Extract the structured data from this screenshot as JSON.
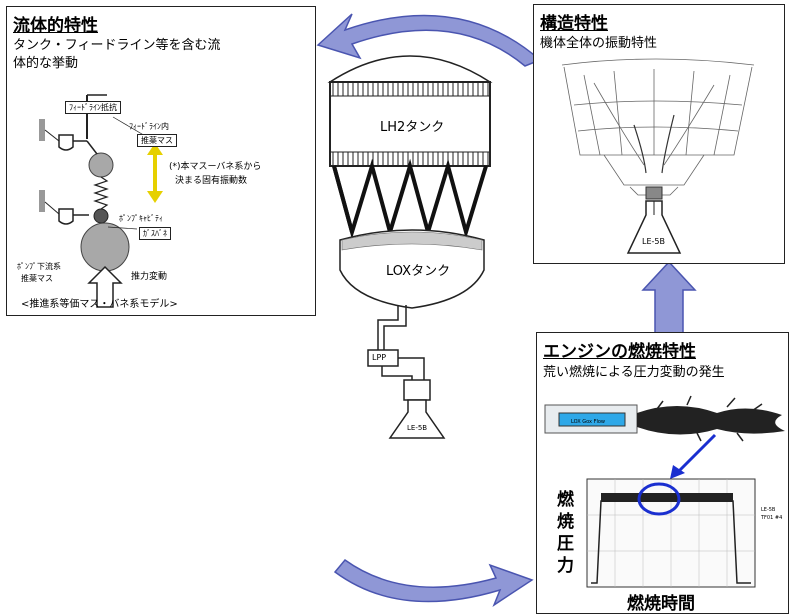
{
  "fluid": {
    "title": "流体的特性",
    "desc_line1": "タンク・フィードライン等を含む流",
    "desc_line2": "体的な挙動",
    "label_feedline": "ﾌｨｰﾄﾞﾗｲﾝ抵抗",
    "label_mass_top": "ﾌｨｰﾄﾞﾗｲﾝ内",
    "label_mass_bottom": "推薬マス",
    "label_freq_line1": "(*)本マスーバネ系から",
    "label_freq_line2": "決まる固有振動数",
    "label_cavity": "ﾎﾟﾝﾌﾟｷｬﾋﾞﾃｨ",
    "label_gas_spring": "ｶﾞｽﾊﾞﾈ",
    "label_pump_line1": "ﾎﾟﾝﾌﾟ下流系",
    "label_pump_line2": "推薬マス",
    "label_thrust": "推力変動",
    "caption": "<推進系等価マス・バネ系モデル>"
  },
  "structure": {
    "title": "構造特性",
    "desc": "機体全体の振動特性",
    "engine_label": "LE-5B"
  },
  "combustion": {
    "title": "エンジンの燃焼特性",
    "desc": "荒い燃焼による圧力変動の発生",
    "ylabel_chars": [
      "燃",
      "焼",
      "圧",
      "力"
    ],
    "xlabel": "燃焼時間"
  },
  "center": {
    "lh2": "LH2タンク",
    "lox": "LOXタンク",
    "lpp": "LPP",
    "engine": "LE-5B"
  },
  "colors": {
    "arrow_fill": "#8f97d6",
    "arrow_stroke": "#4a55b0",
    "highlight": "#1a2fd0",
    "spring_arrow": "#e6d000",
    "gas_spring_fill": "#555555",
    "mass_fill": "#a8a8a8"
  }
}
